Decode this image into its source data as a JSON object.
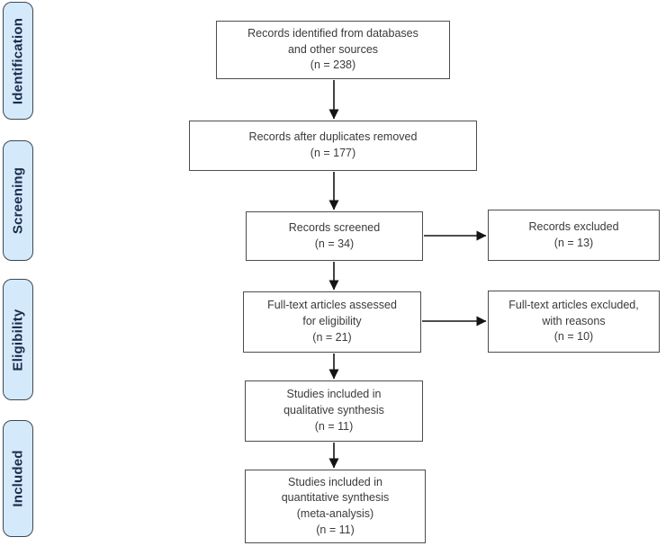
{
  "stages": [
    {
      "label": "Identification"
    },
    {
      "label": "Screening"
    },
    {
      "label": "Eligibility"
    },
    {
      "label": "Included"
    }
  ],
  "nodes": {
    "identified": {
      "text": "Records identified from databases\nand other sources\n(n = 238)"
    },
    "deduplicated": {
      "text": "Records after duplicates removed\n(n = 177)"
    },
    "screened": {
      "text": "Records screened\n(n = 34)"
    },
    "records_excluded": {
      "text": "Records excluded\n(n = 13)"
    },
    "fulltext_assessed": {
      "text": "Full-text articles assessed\nfor eligibility\n(n = 21)"
    },
    "fulltext_excluded": {
      "text": "Full-text articles excluded,\nwith reasons\n(n = 10)"
    },
    "qualitative": {
      "text": "Studies included in\nqualitative synthesis\n(n = 11)"
    },
    "quantitative": {
      "text": "Studies included in\nquantitative synthesis\n(meta-analysis)\n(n = 11)"
    }
  },
  "edges": [
    {
      "from": "identified",
      "to": "deduplicated"
    },
    {
      "from": "deduplicated",
      "to": "screened"
    },
    {
      "from": "screened",
      "to": "records_excluded"
    },
    {
      "from": "screened",
      "to": "fulltext_assessed"
    },
    {
      "from": "fulltext_assessed",
      "to": "fulltext_excluded"
    },
    {
      "from": "fulltext_assessed",
      "to": "qualitative"
    },
    {
      "from": "qualitative",
      "to": "quantitative"
    }
  ],
  "colors": {
    "stage_fill": "#d4eafb",
    "stage_border": "#3e4752",
    "stage_text": "#1c2b4a",
    "node_border": "#4d4d4d",
    "node_text": "#3a3a3a",
    "arrow": "#141414"
  }
}
